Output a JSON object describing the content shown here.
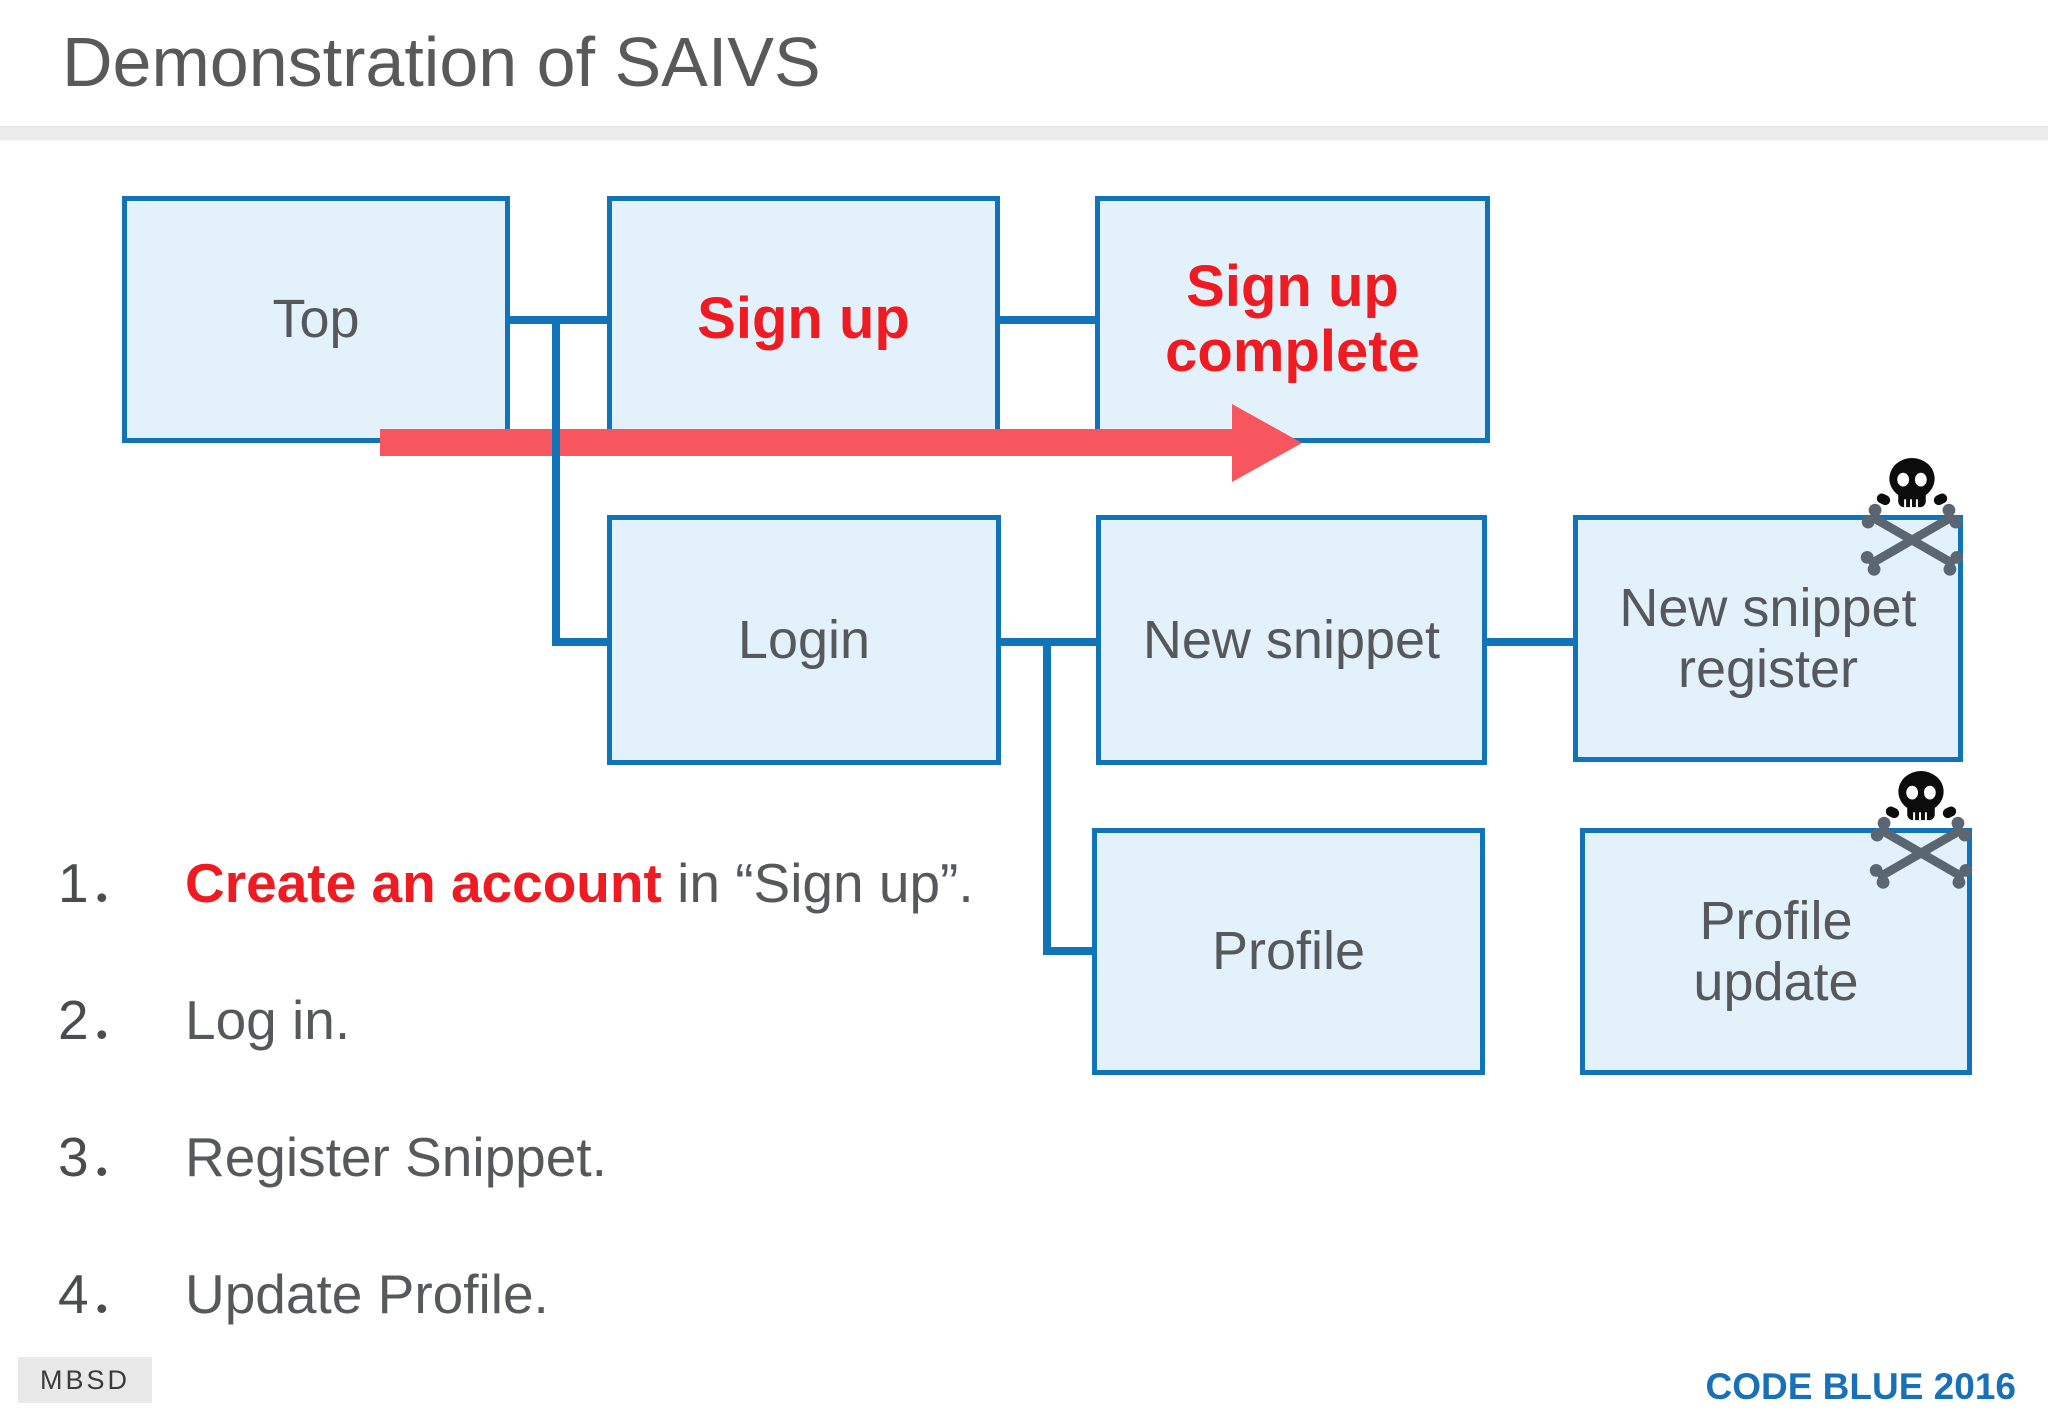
{
  "slide": {
    "title": "Demonstration of SAIVS"
  },
  "flow": {
    "boxes": [
      {
        "id": "top",
        "label": "Top",
        "emphasis": false,
        "hazard": false
      },
      {
        "id": "signup",
        "label": "Sign up",
        "emphasis": true,
        "hazard": false
      },
      {
        "id": "signup-complete",
        "label": "Sign up complete",
        "emphasis": true,
        "hazard": false
      },
      {
        "id": "login",
        "label": "Login",
        "emphasis": false,
        "hazard": false
      },
      {
        "id": "new-snippet",
        "label": "New snippet",
        "emphasis": false,
        "hazard": false
      },
      {
        "id": "snippet-register",
        "label": "New snippet register",
        "emphasis": false,
        "hazard": true
      },
      {
        "id": "profile",
        "label": "Profile",
        "emphasis": false,
        "hazard": false
      },
      {
        "id": "profile-update",
        "label": "Profile update",
        "emphasis": false,
        "hazard": true
      }
    ],
    "hazard_icon": "skull-crossbones-icon",
    "colors": {
      "box_fill": "#e3f1fb",
      "box_border": "#1173b8",
      "connector": "#1173b8",
      "emphasis_text": "#ee1b22",
      "arrow": "#f8565e",
      "body_text": "#56585c",
      "bones_gray": "#5b6671"
    }
  },
  "steps": {
    "items": [
      {
        "num": "1．",
        "highlight": "Create an account",
        "rest": " in “Sign up”."
      },
      {
        "num": "2．",
        "text": "Log in."
      },
      {
        "num": "3．",
        "text": "Register Snippet."
      },
      {
        "num": "4．",
        "text": "Update Profile."
      }
    ]
  },
  "footer": {
    "mbsd": "MBSD",
    "code_blue": "CODE BLUE 2016",
    "code_blue_color": "#1770b8"
  }
}
